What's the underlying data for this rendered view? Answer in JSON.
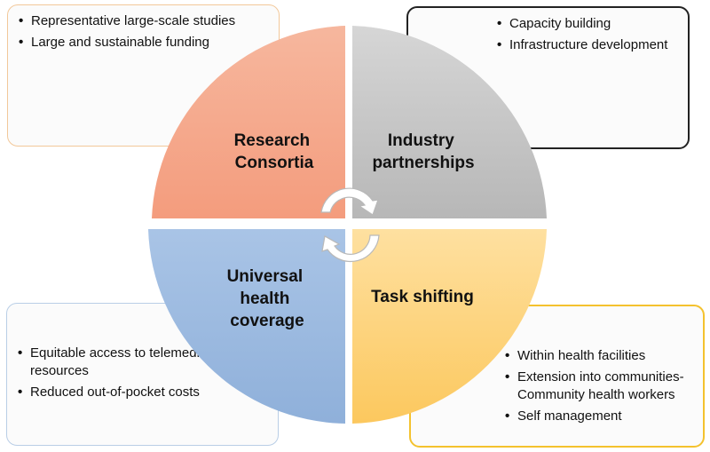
{
  "quadrants": {
    "top_left": {
      "title": [
        "Research",
        "Consortia"
      ],
      "color": "#f4a184"
    },
    "top_right": {
      "title": [
        "Industry",
        "partnerships"
      ],
      "color": "#c3c3c3"
    },
    "bottom_left": {
      "title": [
        "Universal",
        "health",
        "coverage"
      ],
      "color": "#9bb9e0"
    },
    "bottom_right": {
      "title": [
        "Task shifting"
      ],
      "color": "#fdd47d"
    }
  },
  "boxes": {
    "top_left": {
      "items": [
        "Representative large-scale studies",
        "Large and sustainable funding"
      ]
    },
    "top_right": {
      "items": [
        "Capacity building",
        "Infrastructure development"
      ]
    },
    "bottom_left": {
      "items": [
        "Equitable access to telemedicine resources",
        "Reduced out-of-pocket costs"
      ]
    },
    "bottom_right": {
      "items": [
        "Within health facilities",
        "Extension into communities-Community health workers",
        "Self management"
      ]
    }
  },
  "center_icon": "circular-arrows-icon"
}
